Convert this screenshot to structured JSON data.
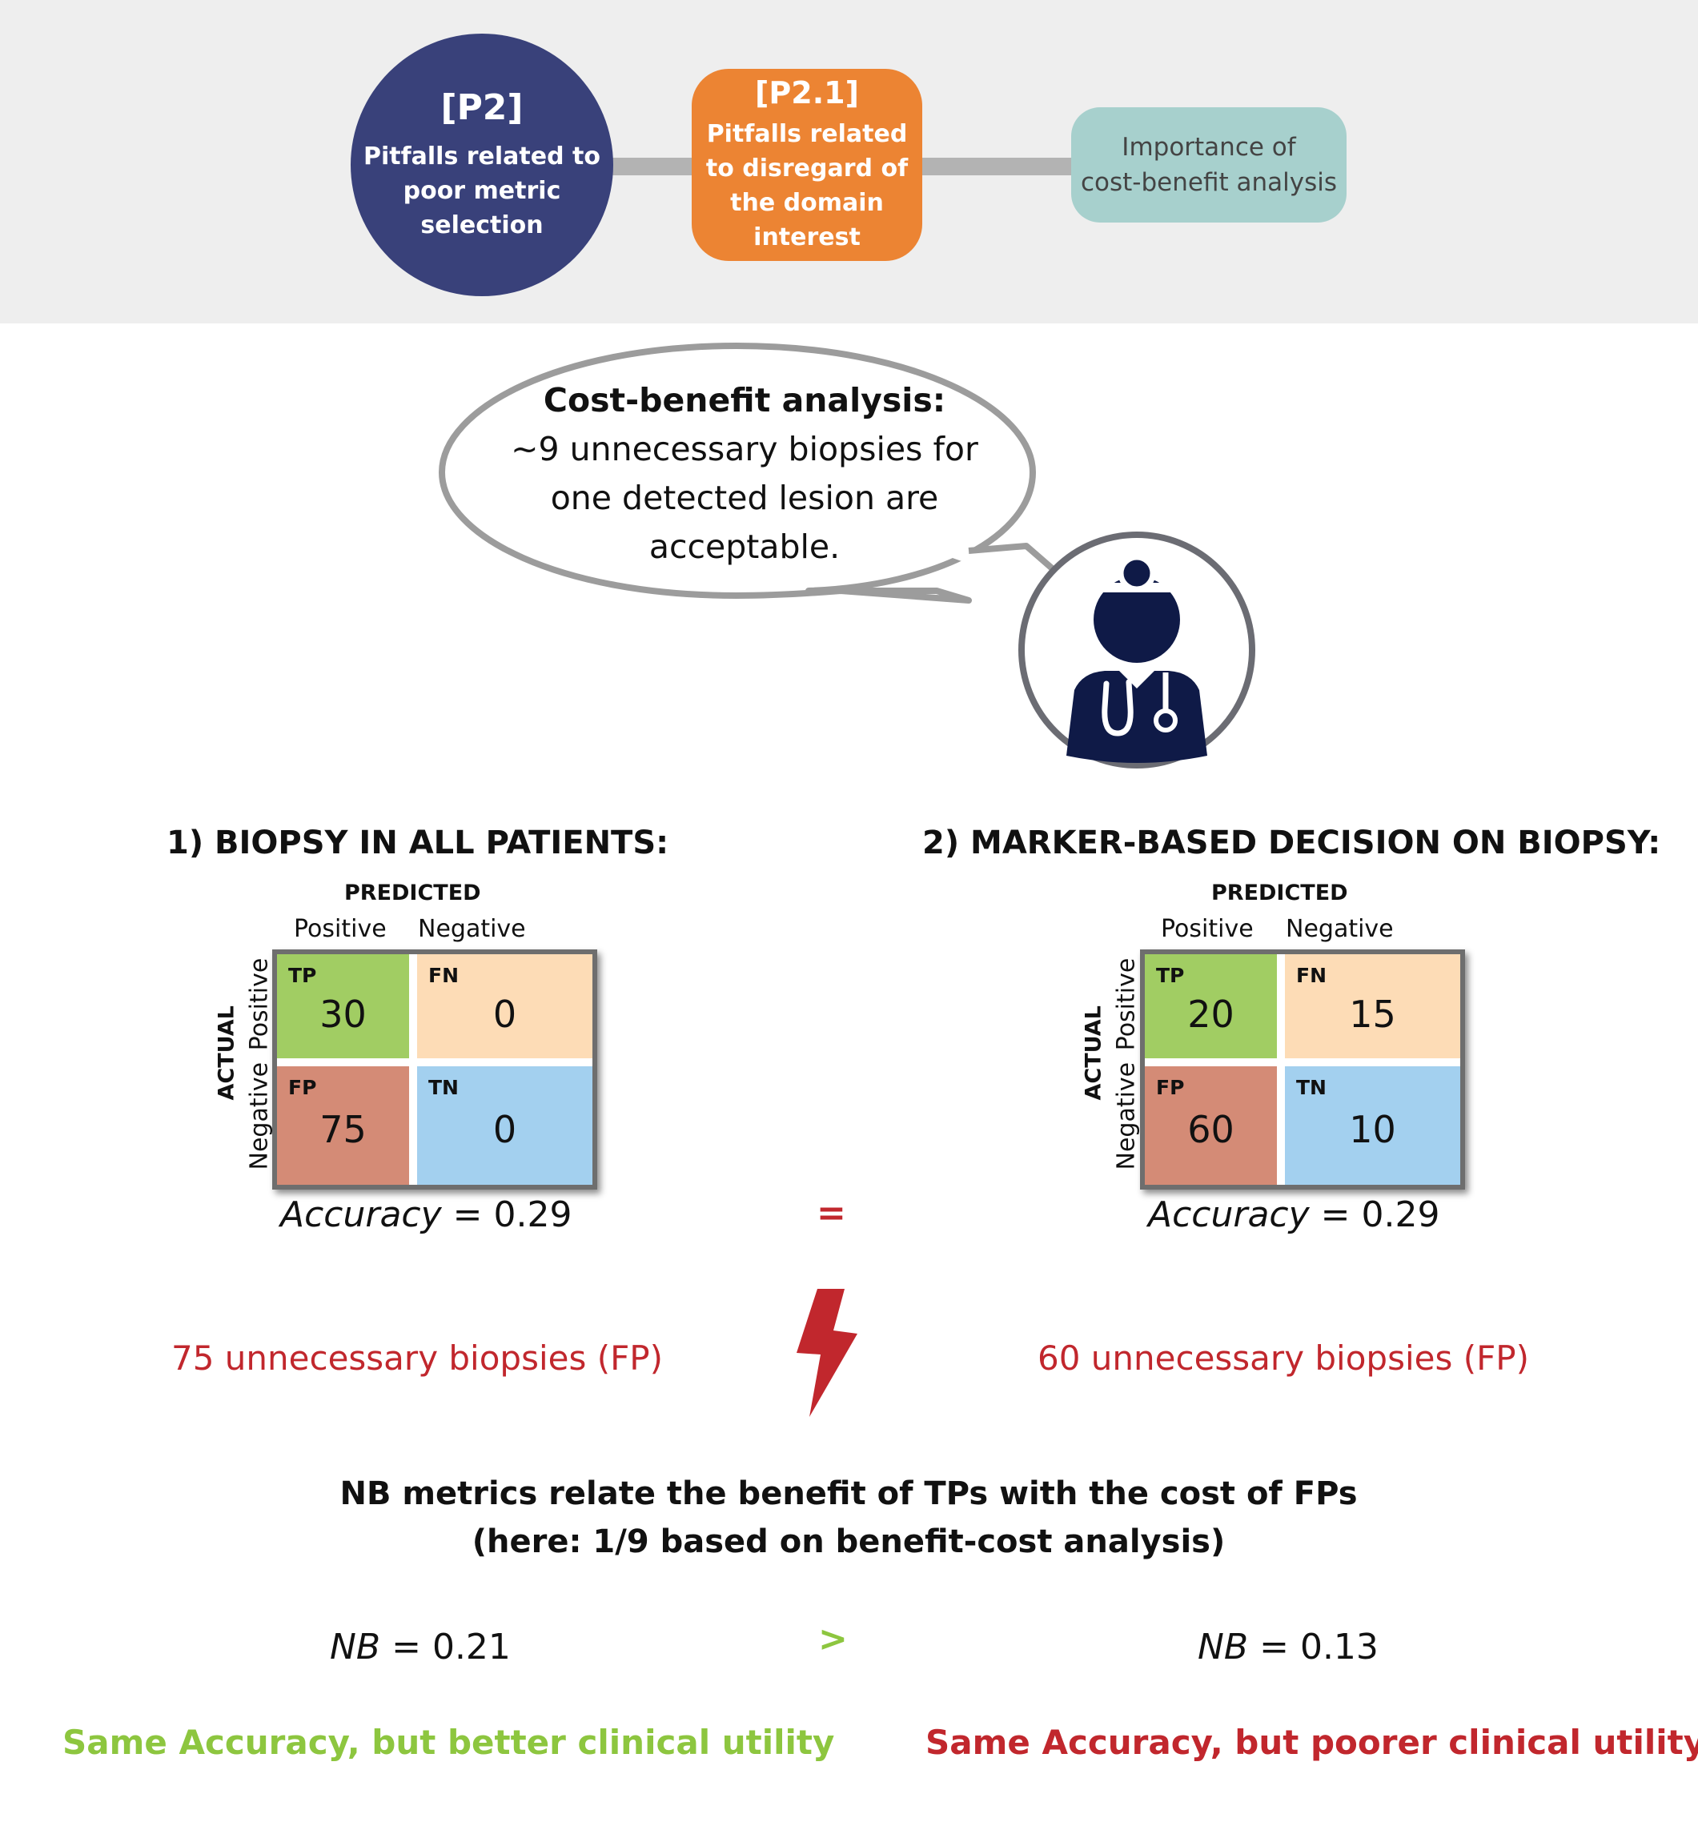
{
  "header": {
    "p2": {
      "code": "[P2]",
      "desc": [
        "Pitfalls related to",
        "poor metric",
        "selection"
      ],
      "color": "#39417a"
    },
    "p21": {
      "code": "[P2.1]",
      "desc": [
        "Pitfalls related",
        "to disregard of",
        "the domain",
        "interest"
      ],
      "color": "#ec8433"
    },
    "importance": {
      "desc": [
        "Importance of",
        "cost-benefit analysis"
      ],
      "color": "#a7d0cd"
    }
  },
  "bubble": {
    "title": "Cost-benefit analysis:",
    "lines": [
      "~9 unnecessary biopsies for",
      "one detected lesion are",
      "acceptable."
    ]
  },
  "doctor_icon": "doctor-with-stethoscope-icon",
  "left": {
    "title": "1)   BIOPSY IN ALL PATIENTS:",
    "matrix": {
      "predicted_label": "PREDICTED",
      "actual_label": "ACTUAL",
      "col_labels": [
        "Positive",
        "Negative"
      ],
      "row_labels": [
        "Positive",
        "Negative"
      ],
      "tp": {
        "label": "TP",
        "value": "30"
      },
      "fn": {
        "label": "FN",
        "value": "0"
      },
      "fp": {
        "label": "FP",
        "value": "75"
      },
      "tn": {
        "label": "TN",
        "value": "0"
      }
    },
    "accuracy": {
      "name": "Accuracy",
      "eq": " = 0.29"
    },
    "fp_note": "75 unnecessary biopsies (FP)",
    "nb": {
      "name": "NB",
      "eq": " = 0.21"
    },
    "conclusion": "Same Accuracy, but better clinical utility"
  },
  "right": {
    "title": "2) MARKER-BASED DECISION ON BIOPSY:",
    "matrix": {
      "predicted_label": "PREDICTED",
      "actual_label": "ACTUAL",
      "col_labels": [
        "Positive",
        "Negative"
      ],
      "row_labels": [
        "Positive",
        "Negative"
      ],
      "tp": {
        "label": "TP",
        "value": "20"
      },
      "fn": {
        "label": "FN",
        "value": "15"
      },
      "fp": {
        "label": "FP",
        "value": "60"
      },
      "tn": {
        "label": "TN",
        "value": "10"
      }
    },
    "accuracy": {
      "name": "Accuracy",
      "eq": " = 0.29"
    },
    "fp_note": "60 unnecessary biopsies (FP)",
    "nb": {
      "name": "NB",
      "eq": " = 0.13"
    },
    "conclusion": "Same Accuracy, but poorer clinical utility"
  },
  "operators": {
    "equal": "=",
    "greater": ">"
  },
  "lightning_icon": "lightning-bolt-icon",
  "nb_note": [
    "NB metrics relate the benefit of TPs with the cost of FPs",
    "(here: 1/9 based on benefit-cost analysis)"
  ],
  "colors": {
    "tp": "#a1cd63",
    "fn": "#fddcb6",
    "fp": "#d48b76",
    "tn": "#a3d0ef",
    "red": "#c1272d",
    "green": "#8dc63f",
    "navy": "#0f1a47"
  }
}
